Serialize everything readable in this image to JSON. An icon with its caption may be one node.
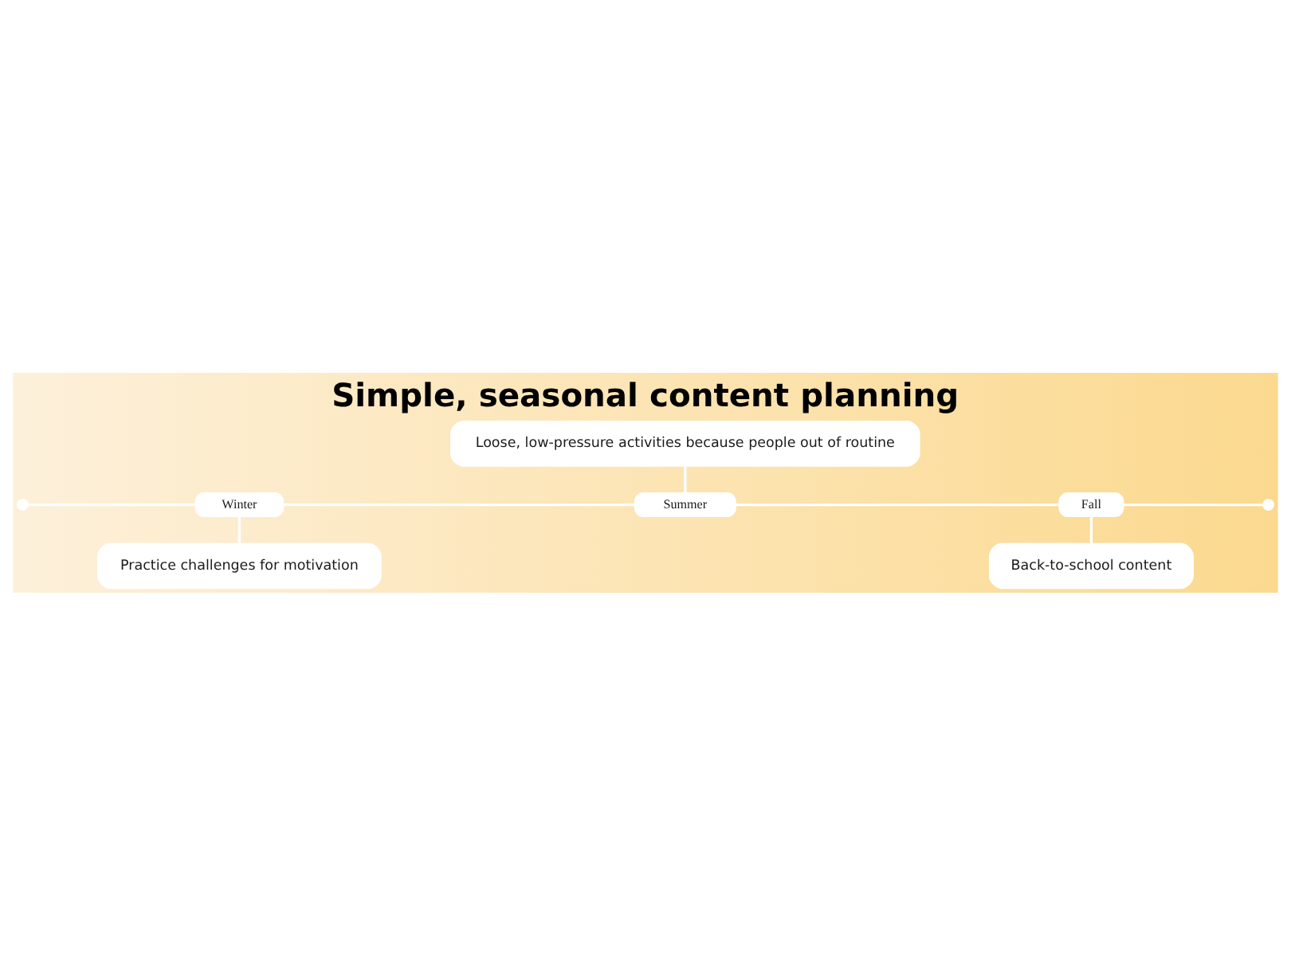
{
  "diagram": {
    "title": "Simple, seasonal content planning",
    "nodes": [
      {
        "text": [
          "Loose, low-pressure activities because people out of routine"
        ]
      },
      {
        "text": [],
        "shape": "circle"
      },
      {
        "text": [
          "Winter"
        ]
      },
      {
        "text": [
          "Summer"
        ]
      },
      {
        "text": [
          "Fall"
        ]
      },
      {
        "text": [],
        "shape": "circle"
      },
      {
        "text": [
          "Practice challenges for motivation"
        ]
      },
      {
        "text": [
          "Back-to-school content"
        ]
      }
    ],
    "edges": [
      {
        "from": 1,
        "to": 2,
        "arrow": "none"
      },
      {
        "from": 2,
        "to": 3,
        "arrow": "none"
      },
      {
        "from": 3,
        "to": 4,
        "arrow": "none"
      },
      {
        "from": 4,
        "to": 5,
        "arrow": "none"
      },
      {
        "from": 0,
        "to": 3,
        "arrow": "none"
      },
      {
        "from": 2,
        "to": 6,
        "arrow": "none"
      },
      {
        "from": 4,
        "to": 7,
        "arrow": "none"
      }
    ]
  }
}
